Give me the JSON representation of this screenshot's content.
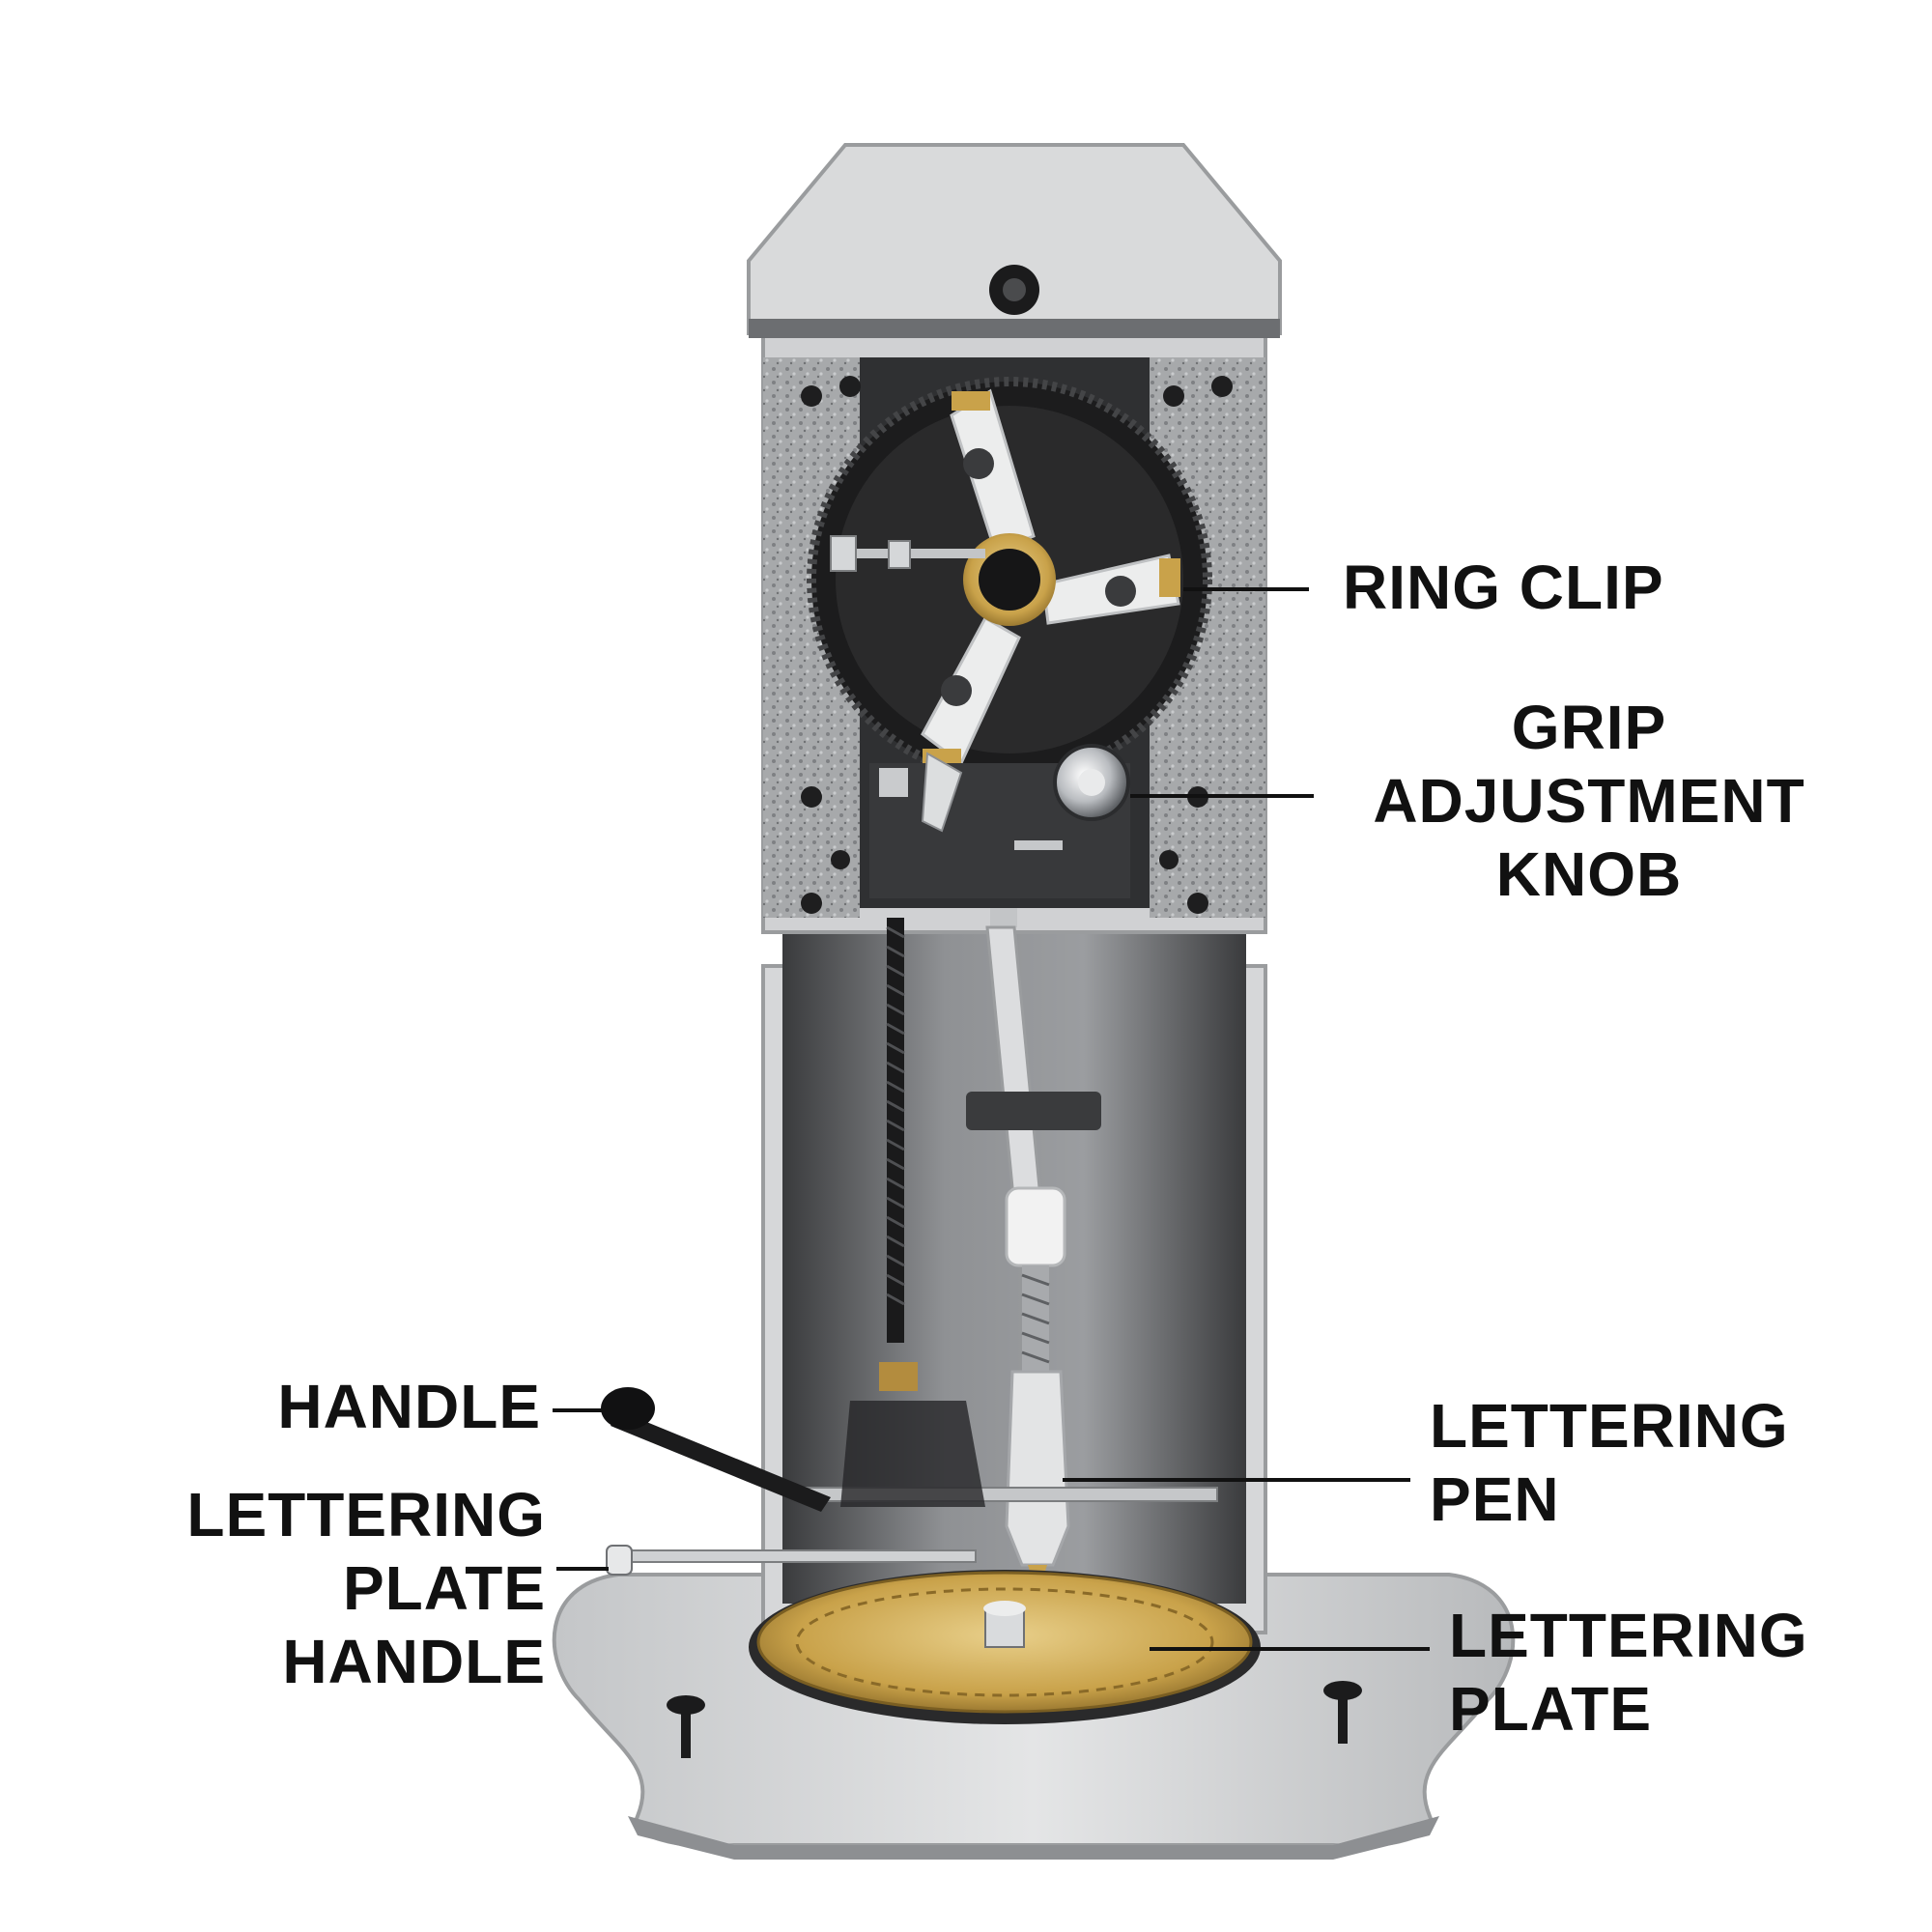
{
  "colors": {
    "background": "#ffffff",
    "casting": "#d9dadb",
    "casting_shadow": "#a9abad",
    "panel": "#8e9093",
    "panel_dark": "#2e2f31",
    "wheel": "#222222",
    "brass": "#c9a24a",
    "label_text": "#111111"
  },
  "labels": {
    "ring_clip": "RING CLIP",
    "grip_adjustment_knob": "GRIP\nADJUSTMENT\nKNOB",
    "handle": "HANDLE",
    "lettering_plate_handle": "LETTERING\nPLATE\nHANDLE",
    "lettering_pen": "LETTERING\nPEN",
    "lettering_plate": "LETTERING\nPLATE"
  }
}
